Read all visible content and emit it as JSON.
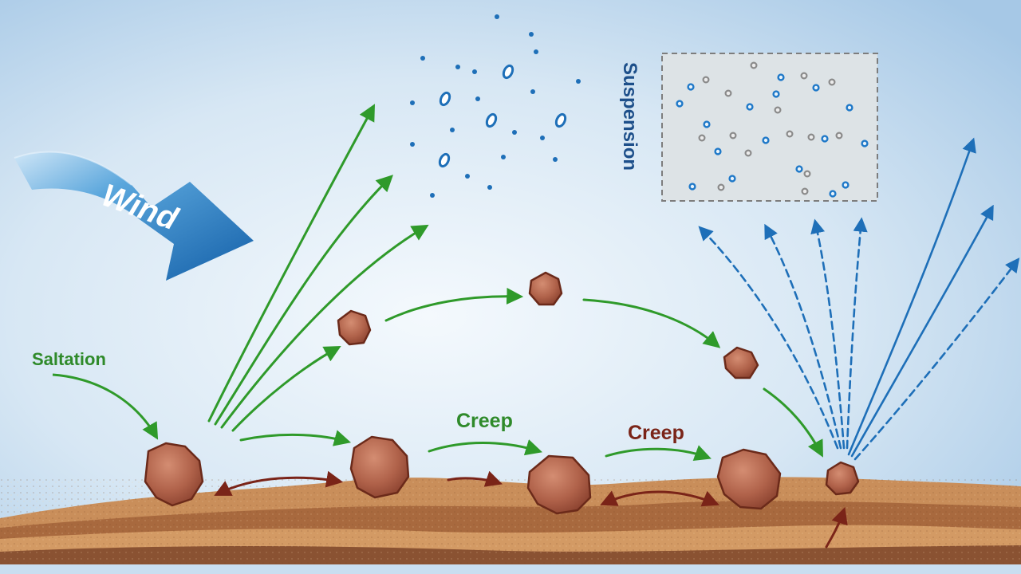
{
  "labels": {
    "wind": "Wind",
    "saltation": "Saltation",
    "creep_green": "Creep",
    "creep_red": "Creep",
    "suspension": "Suspension"
  },
  "colors": {
    "sky_top": "#a9cbe8",
    "sky_center": "#eef5fb",
    "wind_arrow": "#1e73c0",
    "green_arrow": "#2f9a2a",
    "red_arrow": "#7a2418",
    "blue_arrow": "#1e6fb8",
    "particle": "#b0624a",
    "particle_outline": "#6b2a1a",
    "soil_top": "#c98e5a",
    "soil_dark": "#8a5232"
  }
}
